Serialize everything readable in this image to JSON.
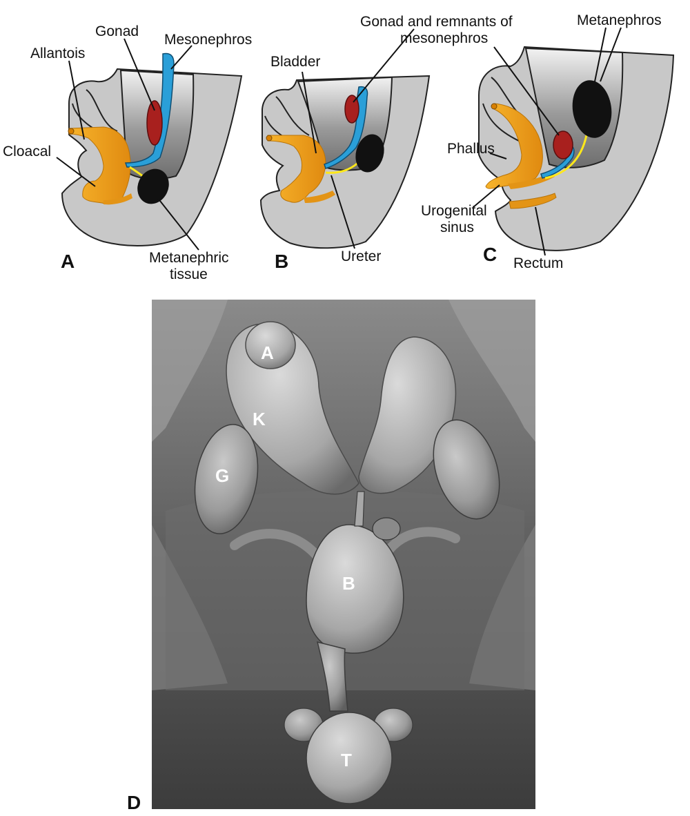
{
  "panel_a": {
    "letter": "A",
    "labels": {
      "gonad": "Gonad",
      "mesonephros": "Mesonephros",
      "allantois": "Allantois",
      "cloacal": "Cloacal",
      "metanephric_1": "Metanephric",
      "metanephric_2": "tissue"
    }
  },
  "panel_b": {
    "letter": "B",
    "labels": {
      "bladder": "Bladder",
      "ureter": "Ureter"
    }
  },
  "panel_c": {
    "letter": "C",
    "labels": {
      "gonad_remnants_1": "Gonad and remnants of",
      "gonad_remnants_2": "mesonephros",
      "metanephros": "Metanephros",
      "phallus": "Phallus",
      "urogenital_1": "Urogenital",
      "urogenital_2": "sinus",
      "rectum": "Rectum"
    }
  },
  "panel_d": {
    "letter": "D",
    "labels": {
      "a": "A",
      "k": "K",
      "g": "G",
      "b": "B",
      "t": "T"
    }
  },
  "colors": {
    "embryo_body": "#c8c8c8",
    "urogenital_sinus": "#f5a623",
    "mesonephros": "#2a9fd8",
    "gonad": "#a8201e",
    "ureter": "#ffe81a",
    "metanephros": "#111111"
  }
}
